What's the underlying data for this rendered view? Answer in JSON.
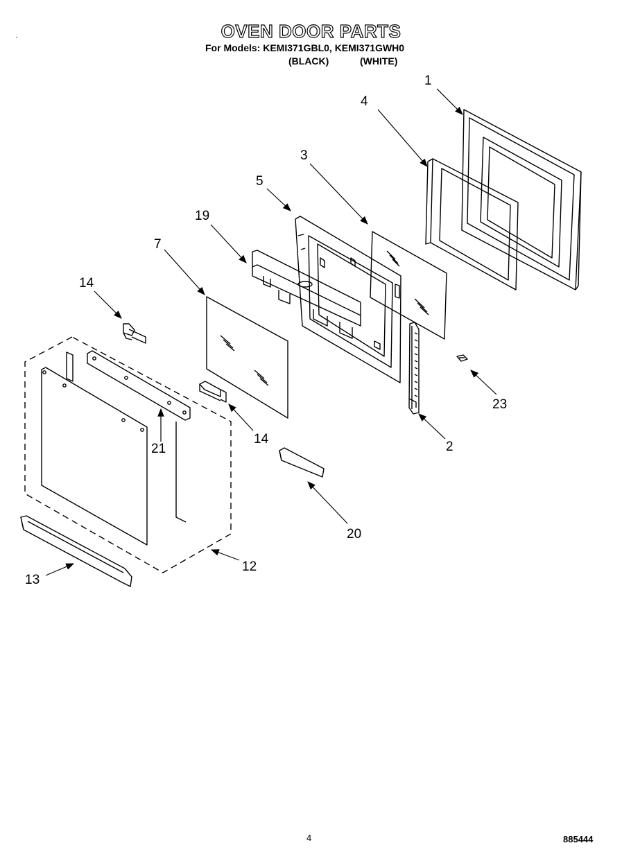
{
  "header": {
    "title": "OVEN DOOR PARTS",
    "models_line": "For Models: KEMI371GBL0, KEMI371GWH0",
    "variant_black": "(BLACK)",
    "variant_white": "(WHITE)"
  },
  "callouts": {
    "c1": "1",
    "c2": "2",
    "c3": "3",
    "c4": "4",
    "c5": "5",
    "c7": "7",
    "c12": "12",
    "c13": "13",
    "c14a": "14",
    "c14b": "14",
    "c19": "19",
    "c20": "20",
    "c21": "21",
    "c23": "23"
  },
  "footer": {
    "page_number": "4",
    "document_number": "885444"
  },
  "stray_mark": "·"
}
